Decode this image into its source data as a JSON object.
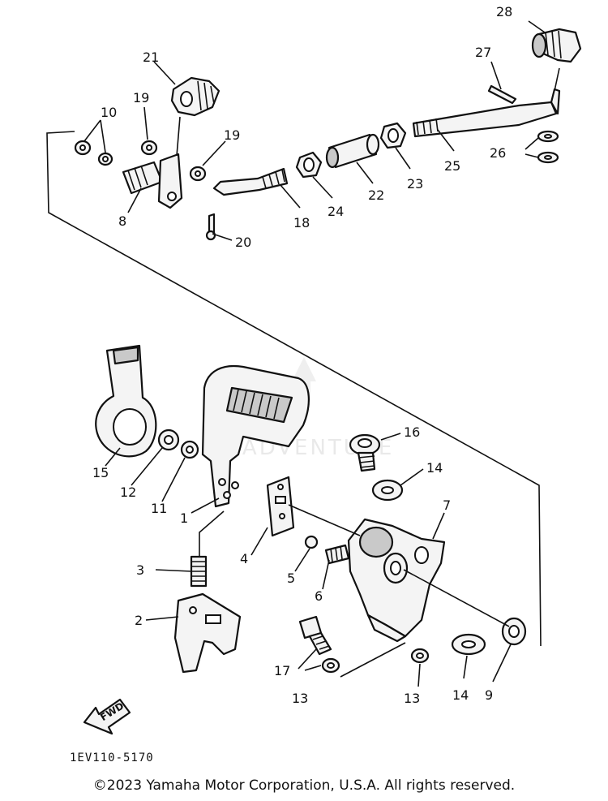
{
  "diagram": {
    "code": "1EV110-5170",
    "fwd_label": "FWD",
    "watermark": "LEADVENTURE",
    "callouts": {
      "c1": "1",
      "c2": "2",
      "c3": "3",
      "c4": "4",
      "c5": "5",
      "c6": "6",
      "c7": "7",
      "c8": "8",
      "c9": "9",
      "c10": "10",
      "c11": "11",
      "c12": "12",
      "c13a": "13",
      "c13b": "13",
      "c14a": "14",
      "c14b": "14",
      "c15": "15",
      "c16": "16",
      "c17": "17",
      "c18": "18",
      "c19a": "19",
      "c19b": "19",
      "c20": "20",
      "c21": "21",
      "c22": "22",
      "c23": "23",
      "c24": "24",
      "c25": "25",
      "c26": "26",
      "c27": "27",
      "c28": "28"
    }
  },
  "footer": {
    "copyright": "©2023 Yamaha Motor Corporation, U.S.A. All rights reserved."
  }
}
